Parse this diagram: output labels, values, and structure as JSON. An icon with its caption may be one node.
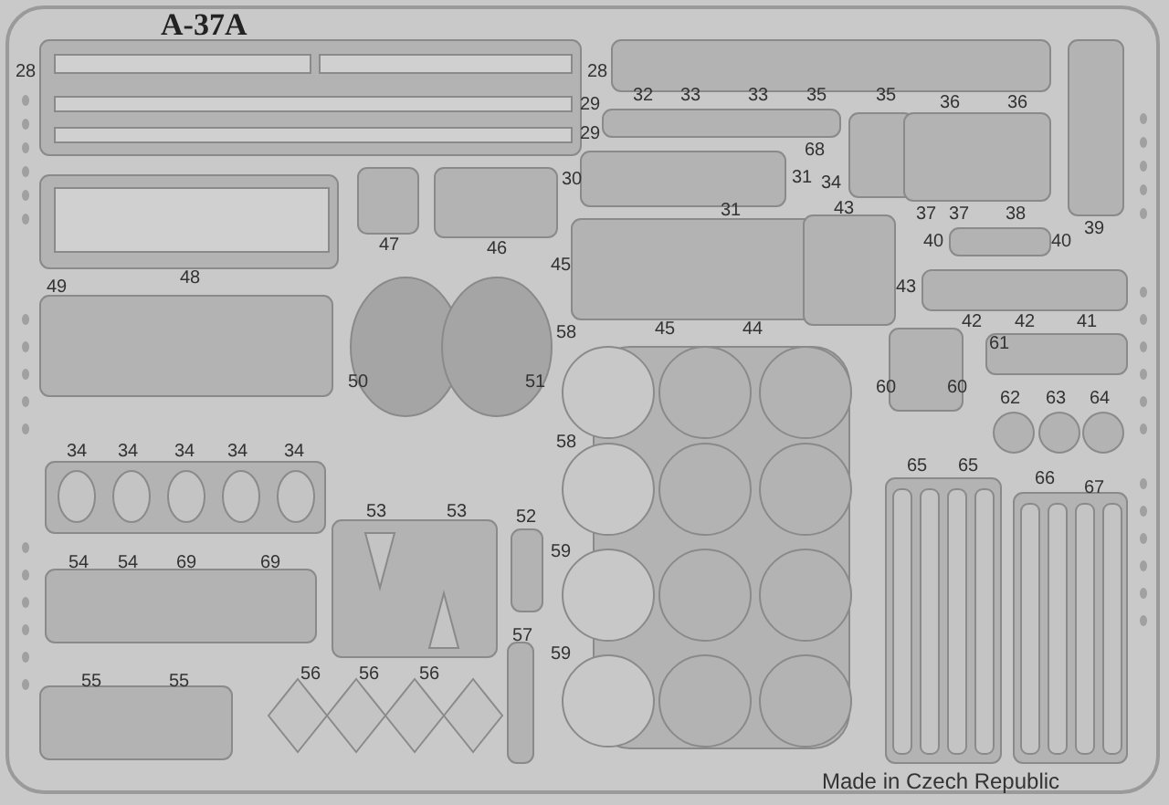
{
  "diagram": {
    "title": "A-37A",
    "labels": [
      "28",
      "28",
      "29",
      "29",
      "32",
      "33",
      "33",
      "35",
      "35",
      "36",
      "36",
      "68",
      "30",
      "31",
      "34",
      "31",
      "43",
      "37",
      "37",
      "38",
      "40",
      "40",
      "39",
      "47",
      "46",
      "45",
      "43",
      "48",
      "49",
      "45",
      "44",
      "42",
      "42",
      "41",
      "58",
      "61",
      "50",
      "51",
      "60",
      "60",
      "62",
      "63",
      "64",
      "58",
      "34",
      "34",
      "34",
      "34",
      "34",
      "53",
      "53",
      "52",
      "65",
      "65",
      "66",
      "67",
      "54",
      "54",
      "69",
      "69",
      "59",
      "57",
      "59",
      "55",
      "55",
      "56",
      "56",
      "56",
      "Made in Czech Republic"
    ]
  }
}
